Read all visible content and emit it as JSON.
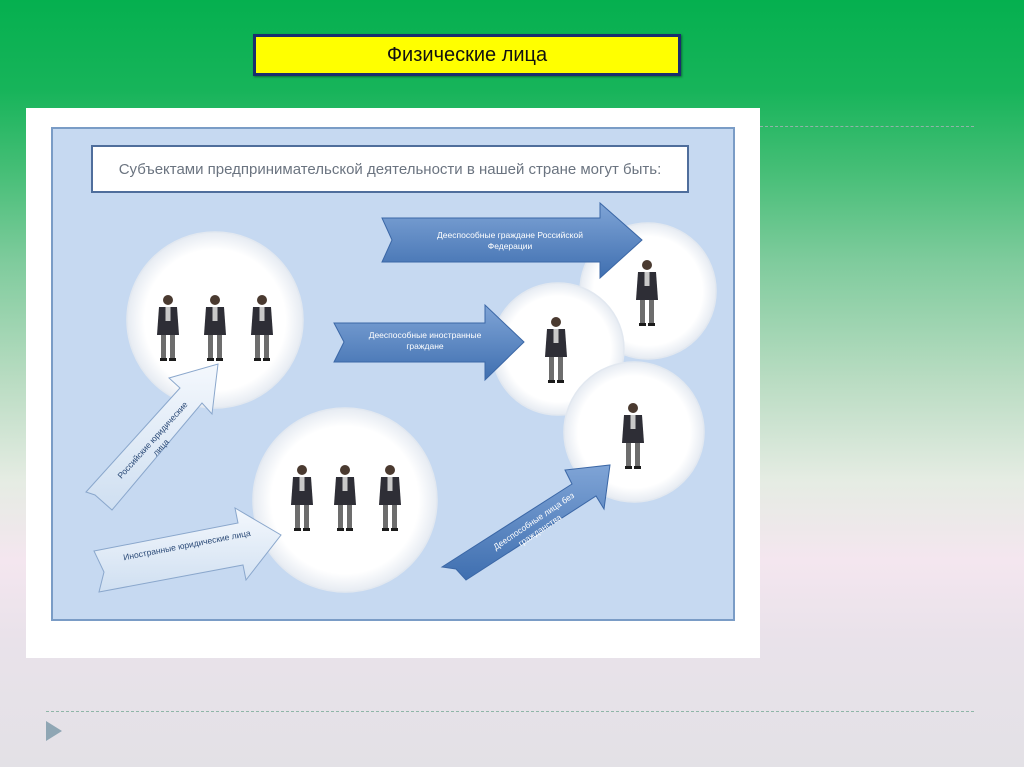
{
  "slide": {
    "title": "Физические лица",
    "subtitle": "Субъектами предпринимательской деятельности в нашей стране могут быть:"
  },
  "arrows": {
    "citizens_rf": "Дееспособные граждане Российской Федерации",
    "foreign_citizens": "Дееспособные иностранные граждане",
    "russian_legal": "Российские юридические лица",
    "foreign_legal": "Иностранные юридические лица",
    "stateless": "Дееспособные лица без гражданства"
  },
  "colors": {
    "title_bg": "#ffff00",
    "title_border": "#1a2e6e",
    "panel_bg": "#c6d9f1",
    "arrow_dark": "#4f81bd",
    "arrow_light": "#dce8f6"
  },
  "icons": {
    "nav": "next-slide-triangle",
    "person": "businessman-figure"
  }
}
